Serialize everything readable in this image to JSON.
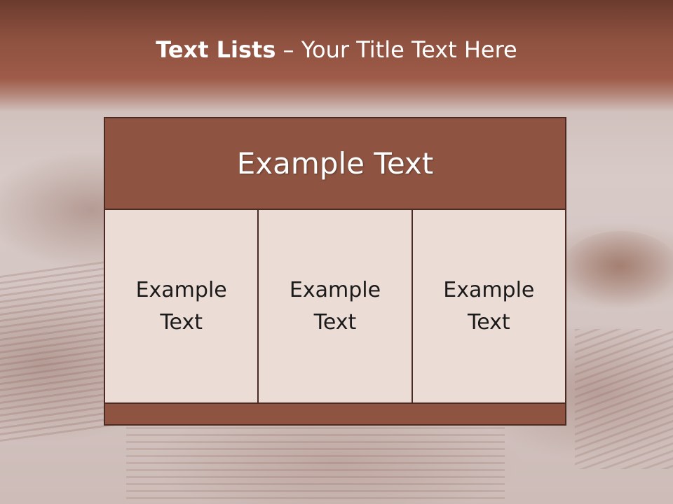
{
  "title": {
    "bold": "Text Lists",
    "separator": " – ",
    "rest": "Your Title Text Here"
  },
  "panel": {
    "header": "Example Text",
    "cells": [
      {
        "label": "Example Text"
      },
      {
        "label": "Example Text"
      },
      {
        "label": "Example Text"
      }
    ]
  },
  "colors": {
    "band": "#8e5441",
    "cell": "#ecdcd6",
    "border": "#4a2a22"
  }
}
